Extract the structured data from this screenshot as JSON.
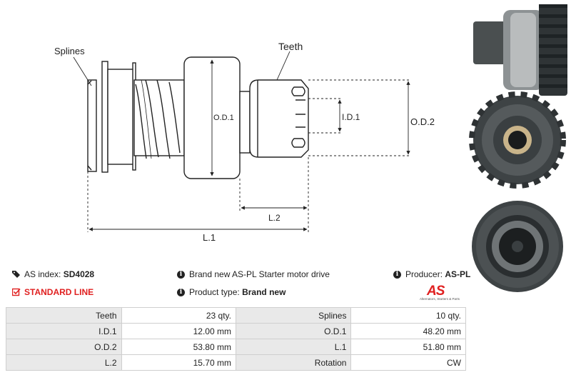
{
  "diagram": {
    "labels": {
      "splines": "Splines",
      "teeth": "Teeth",
      "od1": "O.D.1",
      "id1": "I.D.1",
      "od2": "O.D.2",
      "l2": "L.2",
      "l1": "L.1"
    }
  },
  "photos": [
    "side-view-photo",
    "front-gear-photo",
    "rear-view-photo"
  ],
  "info": {
    "as_index_label": "AS index:",
    "as_index_value": "SD4028",
    "description": "Brand new AS-PL Starter motor drive",
    "producer_label": "Producer:",
    "producer_value": "AS-PL",
    "line": "STANDARD LINE",
    "product_type_label": "Product type:",
    "product_type_value": "Brand new"
  },
  "logo": {
    "brand": "AS",
    "tagline": "Alternators, Starters & Parts",
    "color": "#e02020"
  },
  "specs": {
    "rows": [
      {
        "l1": "Teeth",
        "v1": "23 qty.",
        "l2": "Splines",
        "v2": "10 qty."
      },
      {
        "l1": "I.D.1",
        "v1": "12.00 mm",
        "l2": "O.D.1",
        "v2": "48.20 mm"
      },
      {
        "l1": "O.D.2",
        "v1": "53.80 mm",
        "l2": "L.1",
        "v2": "51.80 mm"
      },
      {
        "l1": "L.2",
        "v1": "15.70 mm",
        "l2": "Rotation",
        "v2": "CW"
      }
    ]
  }
}
